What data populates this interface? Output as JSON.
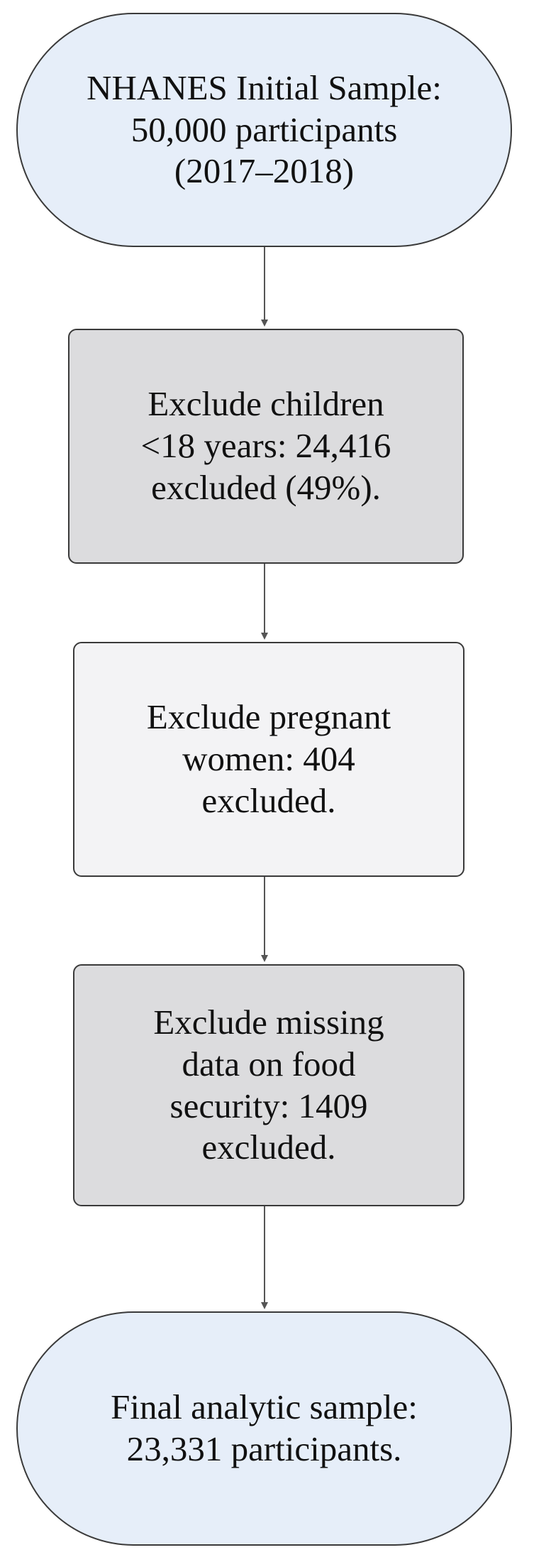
{
  "diagram": {
    "nodes": [
      {
        "id": "start",
        "shape": "rounded-terminal",
        "fill": "#e6eef9",
        "lines": [
          "NHANES Initial Sample:",
          "50,000 participants",
          "(2017–2018)"
        ]
      },
      {
        "id": "exclude-children",
        "shape": "rectangle",
        "fill": "#dcdcde",
        "lines": [
          "Exclude children",
          "<18 years: 24,416",
          "excluded (49%)."
        ]
      },
      {
        "id": "exclude-pregnant",
        "shape": "rectangle",
        "fill": "#f3f3f5",
        "lines": [
          "Exclude pregnant",
          "women: 404",
          "excluded."
        ]
      },
      {
        "id": "exclude-missing",
        "shape": "rectangle",
        "fill": "#dcdcde",
        "lines": [
          "Exclude missing",
          "data on food",
          "security: 1409",
          "excluded."
        ]
      },
      {
        "id": "final",
        "shape": "rounded-terminal",
        "fill": "#e6eef9",
        "lines": [
          "Final analytic sample:",
          "23,331 participants."
        ]
      }
    ],
    "edges": [
      {
        "from": "start",
        "to": "exclude-children"
      },
      {
        "from": "exclude-children",
        "to": "exclude-pregnant"
      },
      {
        "from": "exclude-pregnant",
        "to": "exclude-missing"
      },
      {
        "from": "exclude-missing",
        "to": "final"
      }
    ]
  }
}
